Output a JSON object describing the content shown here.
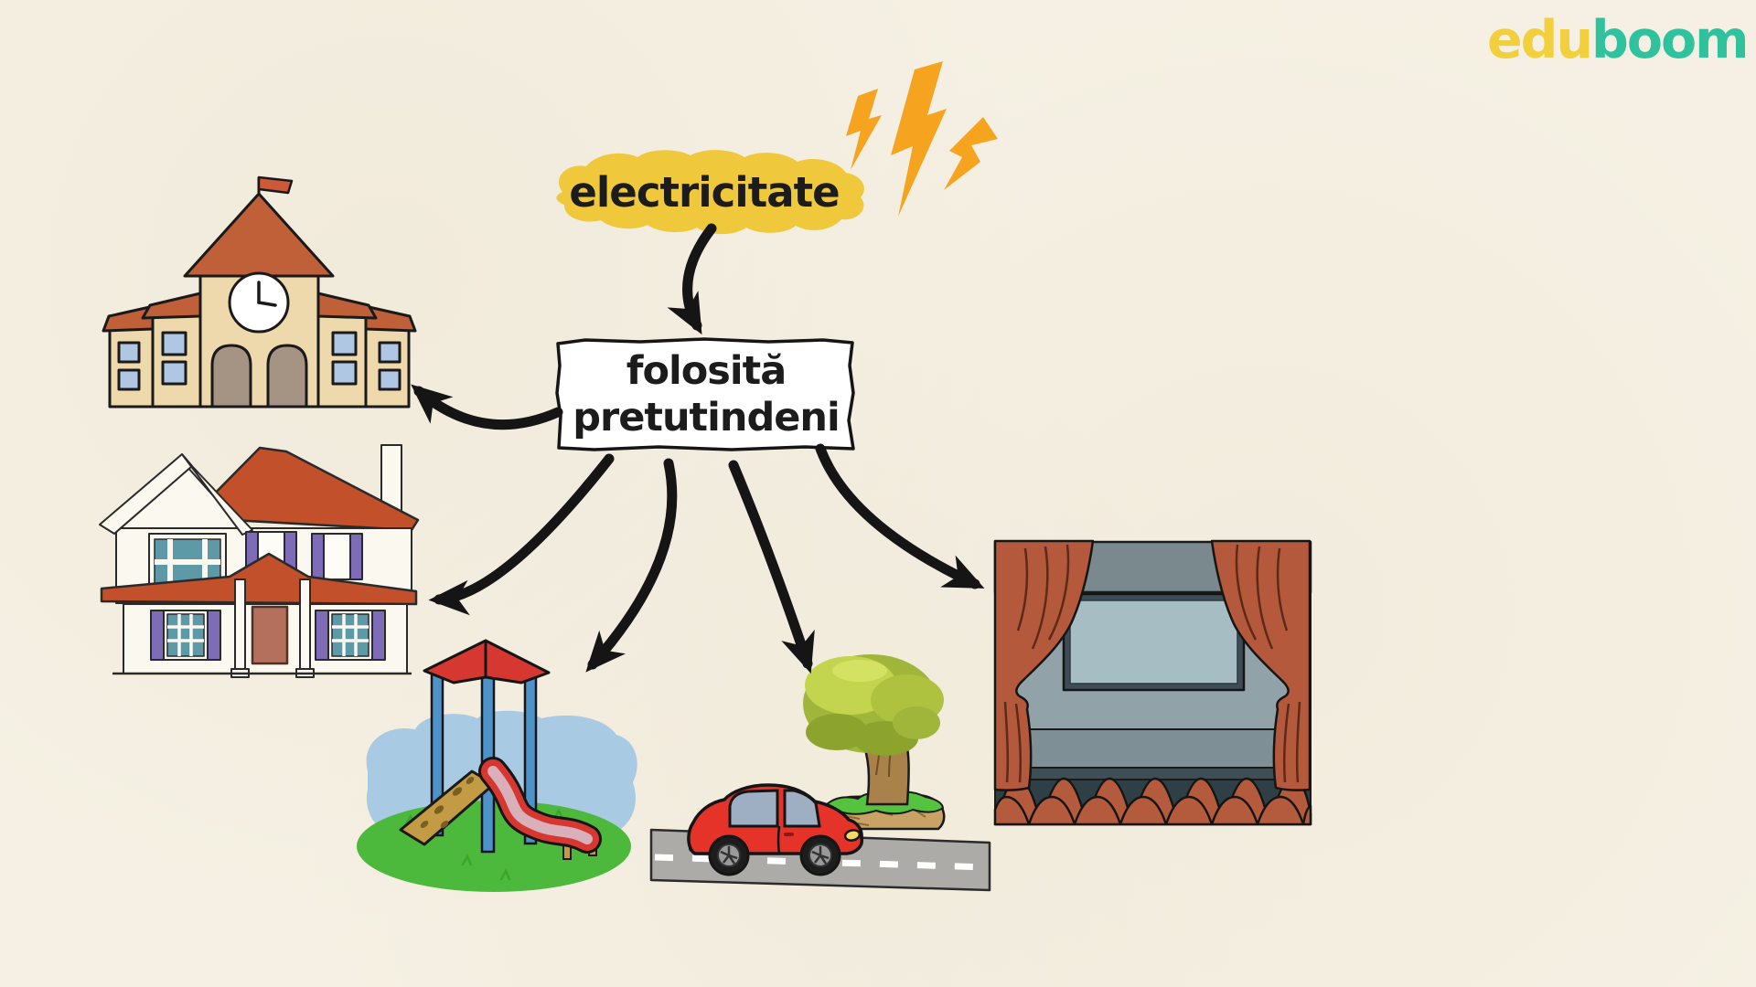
{
  "logo": {
    "part1": "edu",
    "part2": "boom",
    "part1_color": "#F2CF3C",
    "part2_color": "#2FC29D"
  },
  "concept": {
    "label": "electricitate",
    "highlight_color": "#EFC93B",
    "text_color": "#1C1C1C"
  },
  "statement": {
    "line1": "folosită",
    "line2": "pretutindeni",
    "box_bg": "#FFFFFF",
    "box_border": "#151515"
  },
  "lightning": {
    "color": "#F6A41F",
    "count": 3
  },
  "arrows": {
    "color": "#151515",
    "connections": [
      {
        "from": "electricitate",
        "to": "statement-box"
      },
      {
        "from": "statement-box",
        "to": "school"
      },
      {
        "from": "statement-box",
        "to": "house"
      },
      {
        "from": "statement-box",
        "to": "playground"
      },
      {
        "from": "statement-box",
        "to": "car-street"
      },
      {
        "from": "statement-box",
        "to": "theater"
      }
    ]
  },
  "illustrations": {
    "school": {
      "walls": "#EDD9AC",
      "roof": "#BF6038",
      "windows": "#AFC7E3",
      "doors": "#A59383",
      "flag": "#CC5A3A"
    },
    "house": {
      "walls": "#FBF8F0",
      "roof": "#C1502B",
      "shutters": "#7F6CB6",
      "panes": "#5E99A8",
      "door": "#B4705C"
    },
    "playground": {
      "sky": "#A9CAE3",
      "grass": "#4CB93C",
      "canopy": "#D63831",
      "poles": "#4E93C8",
      "ramp": "#C29B44",
      "slide": "#D63831",
      "slide_bed": "#D9AFB9"
    },
    "street": {
      "road": "#ACABA7",
      "lane_marking": "#FFFFFF",
      "car_body": "#E5332A",
      "car_windows": "#9EAFC4",
      "headlight": "#F2D96B"
    },
    "tree": {
      "foliage": "#AEC23F",
      "trunk": "#A9814B",
      "mound": "#C9A265",
      "mound_grass": "#55C340"
    },
    "theater": {
      "curtains": "#B4593C",
      "wall": "#91A2A8",
      "screen": "#A6BDC4",
      "screen_frame": "#3E4D55",
      "seats": "#B55B3D",
      "seats_bg": "#2E3F45"
    }
  },
  "background_color": "#F5F0E3"
}
